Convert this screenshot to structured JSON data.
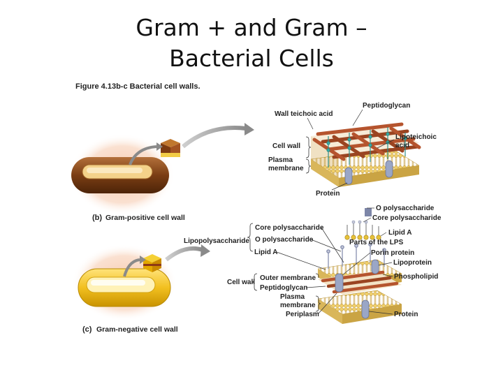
{
  "slide": {
    "title_line1": "Gram + and Gram –",
    "title_line2": "Bacterial Cells"
  },
  "figure": {
    "title": "Figure 4.13b-c Bacterial cell walls.",
    "panel_b": {
      "letter": "(b)",
      "caption": "Gram-positive cell wall",
      "labels": {
        "wall_teichoic_acid": "Wall teichoic acid",
        "peptidoglycan": "Peptidoglycan",
        "lipoteichoic_line1": "Lipoteichoic",
        "lipoteichoic_line2": "acid",
        "cell_wall": "Cell wall",
        "plasma_line1": "Plasma",
        "plasma_line2": "membrane",
        "protein": "Protein"
      }
    },
    "panel_c": {
      "letter": "(c)",
      "caption": "Gram-negative cell wall",
      "labels": {
        "o_polysaccharide_top": "O polysaccharide",
        "core_polysaccharide_top": "Core polysaccharide",
        "lipid_a_right": "Lipid A",
        "parts_of_lps": "Parts of the LPS",
        "core_polysaccharide": "Core polysaccharide",
        "lipopolysaccharide": "Lipopolysaccharide",
        "o_polysaccharide": "O polysaccharide",
        "lipid_a": "Lipid A",
        "porin_protein": "Porin protein",
        "lipoprotein": "Lipoprotein",
        "phospholipid": "Phospholipid",
        "cell_wall": "Cell wall",
        "outer_membrane": "Outer membrane",
        "peptidoglycan": "Peptidoglycan",
        "plasma_line1": "Plasma",
        "plasma_line2": "membrane",
        "periplasm": "Periplasm",
        "protein": "Protein"
      }
    }
  },
  "colors": {
    "gram_positive_cell": "#8a4a1c",
    "gram_negative_cell": "#f2c020",
    "halo": "#f7c9ad",
    "peptidoglycan_rod": "#b5542e",
    "membrane_head": "#e9c25a",
    "protein": "#9aa6c6",
    "teichoic": "#2f8f8a"
  }
}
